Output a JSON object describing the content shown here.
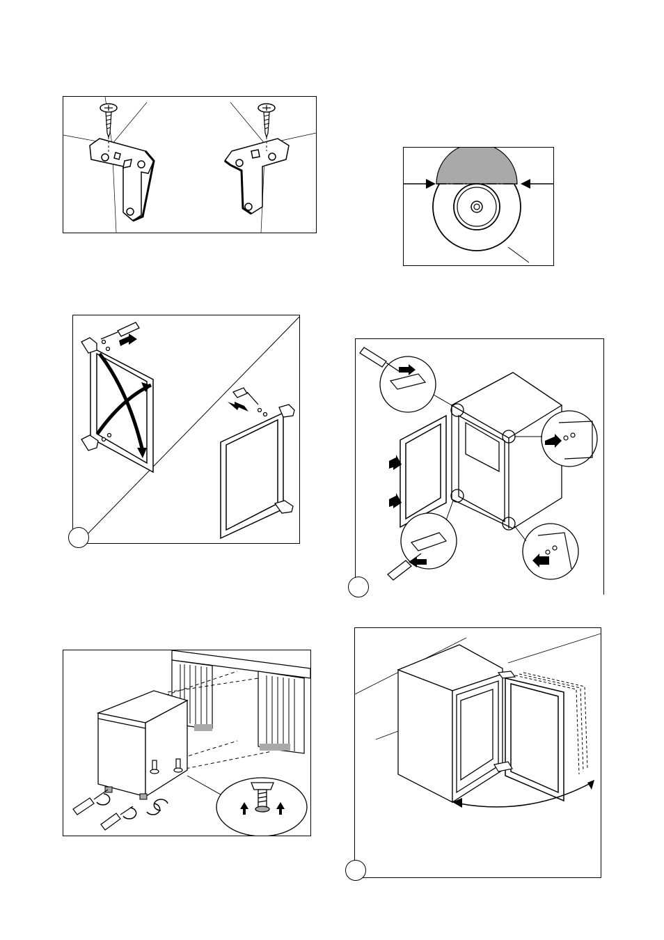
{
  "page": {
    "background": "#ffffff",
    "line_color": "#000000",
    "shade_color": "#a9a9a9"
  },
  "figures": [
    {
      "id": "hinge-brackets",
      "icons": [
        "screw-icon",
        "bracket-icon"
      ]
    },
    {
      "id": "door-seal-gauge",
      "icons": [
        "arrow-left-icon",
        "arrow-right-icon"
      ]
    },
    {
      "id": "door-hinge-swap",
      "step_label": "",
      "icons": [
        "screwdriver-icon",
        "arrow-icon"
      ]
    },
    {
      "id": "door-reversal-cabinet",
      "step_label": "",
      "icons": [
        "screwdriver-icon",
        "arrow-icon"
      ]
    },
    {
      "id": "cabinet-installation-feet",
      "icons": [
        "screwdriver-icon",
        "foot-icon",
        "arrow-up-icon"
      ]
    },
    {
      "id": "door-opening-swing",
      "step_label": "",
      "icons": [
        "curved-arrow-icon"
      ]
    }
  ]
}
